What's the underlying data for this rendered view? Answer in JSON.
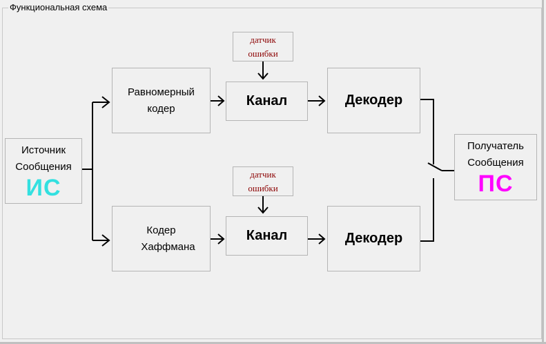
{
  "window": {
    "group_title": "Функциональная схема"
  },
  "source": {
    "line1": "Источник",
    "line2": "Сообщения",
    "abbr": "ИС",
    "abbr_color": "#33e0e0"
  },
  "receiver": {
    "line1": "Получатель",
    "line2": "Сообщения",
    "abbr": "ПС",
    "abbr_color": "#ff00ff"
  },
  "top_branch": {
    "coder": {
      "line1": "Равномерный",
      "line2": "кодер"
    },
    "channel": "Канал",
    "decoder": "Декодер",
    "sensor": {
      "line1": "датчик",
      "line2": "ошибки"
    }
  },
  "bottom_branch": {
    "coder": {
      "line1": "Кодер",
      "line2": "Хаффмана"
    },
    "channel": "Канал",
    "decoder": "Декодер",
    "sensor": {
      "line1": "датчик",
      "line2": "ошибки"
    }
  },
  "colors": {
    "sensor_text": "#8b0000",
    "frame": "#c8c8c8",
    "box_border": "#b4b4b4"
  }
}
